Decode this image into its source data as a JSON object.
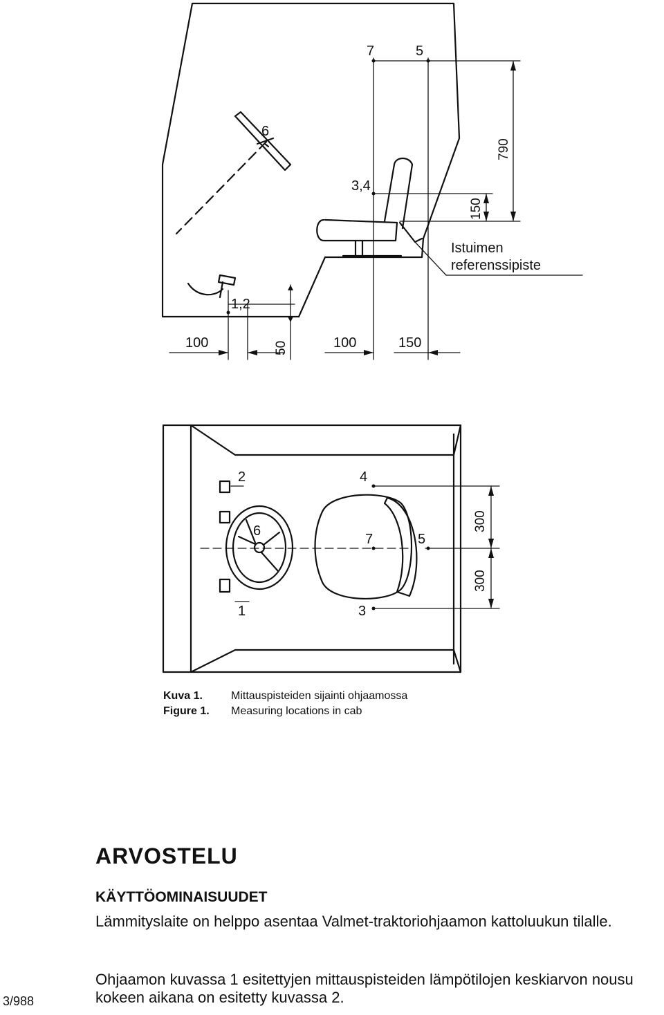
{
  "figure": {
    "side_view": {
      "point_labels": {
        "p7": "7",
        "p5": "5",
        "p6": "6",
        "p34": "3,4",
        "p12": "1,2"
      },
      "dimensions": {
        "d790": "790",
        "d150_top": "150",
        "d100_left": "100",
        "d50": "50",
        "d100_mid": "100",
        "d150_bottom": "150"
      },
      "seat_ref_line1": "Istuimen",
      "seat_ref_line2": "referenssipiste"
    },
    "top_view": {
      "point_labels": {
        "p2": "2",
        "p4": "4",
        "p6": "6",
        "p7": "7",
        "p5": "5",
        "p1": "1",
        "p3": "3"
      },
      "dimensions": {
        "d300_a": "300",
        "d300_b": "300"
      }
    }
  },
  "caption": {
    "fi_label": "Kuva 1.",
    "fi_text": "Mittauspisteiden sijainti ohjaamossa",
    "en_label": "Figure 1.",
    "en_text": "Measuring locations in cab"
  },
  "heading": "ARVOSTELU",
  "subheading": "KÄYTTÖOMINAISUUDET",
  "paragraph1": "Lämmityslaite on helppo asentaa Valmet-traktoriohjaamon kattoluukun tilalle.",
  "paragraph2": "Ohjaamon kuvassa 1 esitettyjen mittauspisteiden lämpötilojen keski­arvon nousu kokeen aikana on esitetty kuvassa 2.",
  "page_number": "3/988"
}
